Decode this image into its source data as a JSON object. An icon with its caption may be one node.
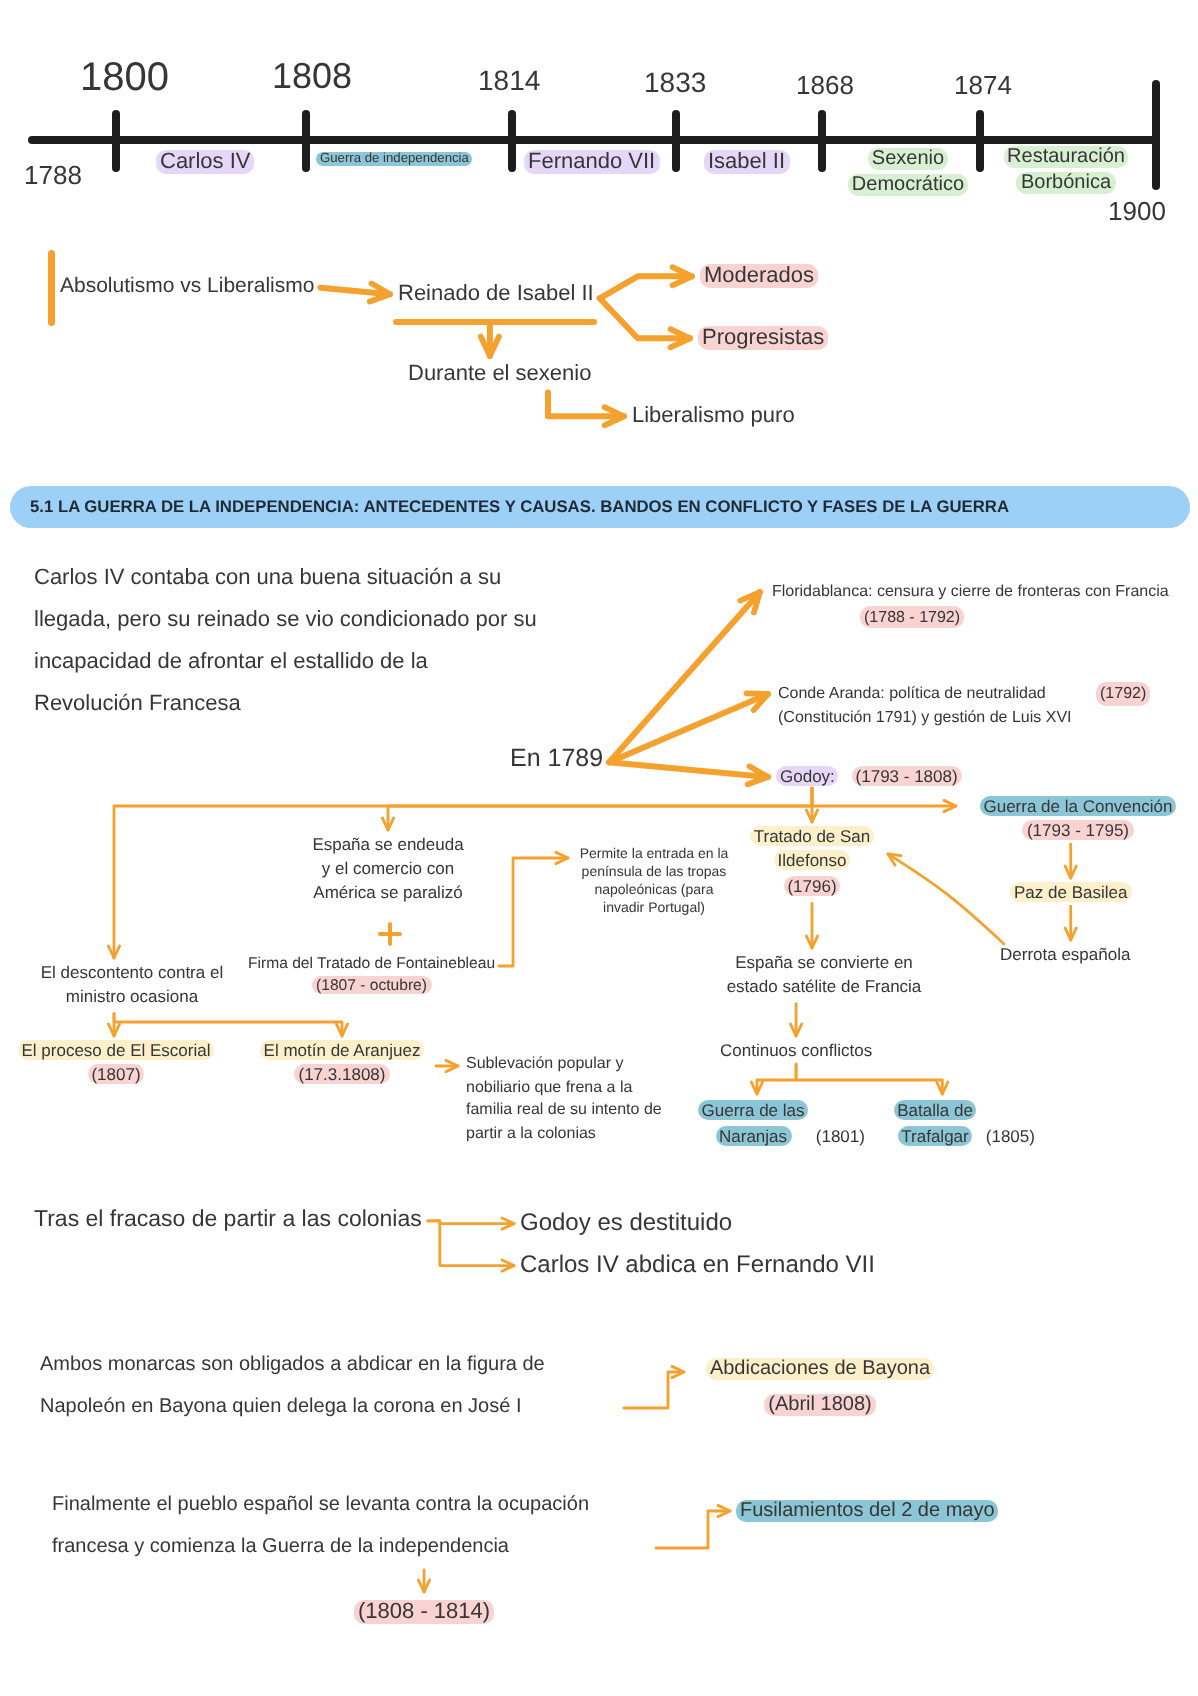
{
  "diagram": {
    "title": "5.1 LA GUERRA DE LA INDEPENDENCIA: ANTECEDENTES Y CAUSAS. BANDOS EN CONFLICTO Y FASES DE LA GUERRA",
    "nodes": [
      {
        "text": [
          "Absolutismo vs Liberalismo"
        ]
      },
      {
        "text": [
          "Reinado de Isabel II"
        ]
      },
      {
        "text": [
          "Moderados"
        ]
      },
      {
        "text": [
          "Progresistas"
        ]
      },
      {
        "text": [
          "Durante el sexenio"
        ]
      },
      {
        "text": [
          "Liberalismo puro"
        ]
      },
      {
        "text": [
          "En 1789"
        ]
      },
      {
        "text": [
          "Floridablanca: censura y cierre de fronteras con Francia",
          "(1788 - 1792)"
        ]
      },
      {
        "text": [
          "Conde Aranda: política de neutralidad (Constitución 1791) y gestión de Luis XVI",
          "(1792)"
        ]
      },
      {
        "text": [
          "Godoy:",
          "(1793 - 1808)"
        ]
      },
      {
        "text": [
          "Guerra de la Convención",
          "(1793 - 1795)"
        ]
      },
      {
        "text": [
          "España se endeuda y el comercio con América se paralizó"
        ]
      },
      {
        "text": [
          "Permite la entrada en la península de las tropas napoleónicas (para invadir Portugal)"
        ]
      },
      {
        "text": [
          "Tratado de San Ildefonso",
          "(1796)"
        ]
      },
      {
        "text": [
          "Paz de Basilea"
        ]
      },
      {
        "text": [
          "Firma del Tratado de Fontainebleau",
          "(1807 - octubre)"
        ]
      },
      {
        "text": [
          "El descontento contra el ministro ocasiona"
        ]
      },
      {
        "text": [
          "Derrota española"
        ]
      },
      {
        "text": [
          "España se convierte en estado satélite de Francia"
        ]
      },
      {
        "text": [
          "El proceso de El Escorial",
          "(1807)"
        ]
      },
      {
        "text": [
          "El motín de Aranjuez",
          "(17.3.1808)"
        ]
      },
      {
        "text": [
          "Sublevación popular y nobiliario que frena a la familia real de su intento de partir a la colonias"
        ]
      },
      {
        "text": [
          "Continuos conflictos"
        ]
      },
      {
        "text": [
          "Guerra de las Naranjas",
          "(1801)"
        ]
      },
      {
        "text": [
          "Batalla de Trafalgar",
          "(1805)"
        ]
      },
      {
        "text": [
          "Tras el fracaso de partir a las colonias"
        ]
      },
      {
        "text": [
          "Godoy es destituido"
        ]
      },
      {
        "text": [
          "Carlos IV abdica en Fernando VII"
        ]
      },
      {
        "text": [
          "Ambos monarcas son obligados a abdicar en la figura de Napoleón en Bayona quien delega la corona en José I"
        ]
      },
      {
        "text": [
          "Abdicaciones de Bayona",
          "(Abril 1808)"
        ]
      },
      {
        "text": [
          "Finalmente el pueblo español se levanta contra la ocupación francesa y comienza la Guerra de la independencia"
        ]
      },
      {
        "text": [
          "Fusilamientos del 2 de mayo"
        ]
      },
      {
        "text": [
          "(1808 - 1814)"
        ]
      }
    ],
    "edges": [
      {
        "from": 0,
        "to": 1,
        "arrow": "to",
        "style": "thick"
      },
      {
        "from": 1,
        "to": 2,
        "arrow": "to",
        "style": "thick"
      },
      {
        "from": 1,
        "to": 3,
        "arrow": "to",
        "style": "thick"
      },
      {
        "from": 1,
        "to": 4,
        "arrow": "to",
        "style": "thick"
      },
      {
        "from": 4,
        "to": 5,
        "arrow": "to",
        "style": "thick"
      },
      {
        "from": 6,
        "to": 7,
        "arrow": "to",
        "style": "thick"
      },
      {
        "from": 6,
        "to": 8,
        "arrow": "to",
        "style": "thick"
      },
      {
        "from": 6,
        "to": 9,
        "arrow": "to",
        "style": "thick"
      },
      {
        "from": 9,
        "to": 10,
        "arrow": "to"
      },
      {
        "from": 9,
        "to": 11,
        "arrow": "to"
      },
      {
        "from": 9,
        "to": 16,
        "arrow": "to"
      },
      {
        "from": 9,
        "to": 13,
        "arrow": "to"
      },
      {
        "from": 15,
        "to": 12,
        "arrow": "to"
      },
      {
        "from": 10,
        "to": 14,
        "arrow": "to"
      },
      {
        "from": 14,
        "to": 17,
        "arrow": "to"
      },
      {
        "from": 17,
        "to": 13,
        "arrow": "to"
      },
      {
        "from": 13,
        "to": 18,
        "arrow": "to"
      },
      {
        "from": 18,
        "to": 22,
        "arrow": "to"
      },
      {
        "from": 22,
        "to": 23,
        "arrow": "to"
      },
      {
        "from": 22,
        "to": 24,
        "arrow": "to"
      },
      {
        "from": 16,
        "to": 19,
        "arrow": "to"
      },
      {
        "from": 16,
        "to": 20,
        "arrow": "to"
      },
      {
        "from": 20,
        "to": 21,
        "arrow": "to"
      },
      {
        "from": 25,
        "to": 26,
        "arrow": "to"
      },
      {
        "from": 25,
        "to": 27,
        "arrow": "to"
      },
      {
        "from": 28,
        "to": 29,
        "arrow": "to"
      },
      {
        "from": 30,
        "to": 31,
        "arrow": "to"
      },
      {
        "from": 30,
        "to": 32,
        "arrow": "to"
      }
    ],
    "labels": [
      "1800",
      "1808",
      "1814",
      "1833",
      "1868",
      "1874",
      "1788",
      "Carlos IV",
      "Guerra de independencia",
      "Fernando VII",
      "Isabel II",
      "Sexenio Democrático",
      "Restauración Borbónica",
      "1900",
      "Carlos IV contaba con una buena situación a su llegada, pero su reinado se vio condicionado por su incapacidad de afrontar el estallido de la Revolución Francesa"
    ]
  }
}
